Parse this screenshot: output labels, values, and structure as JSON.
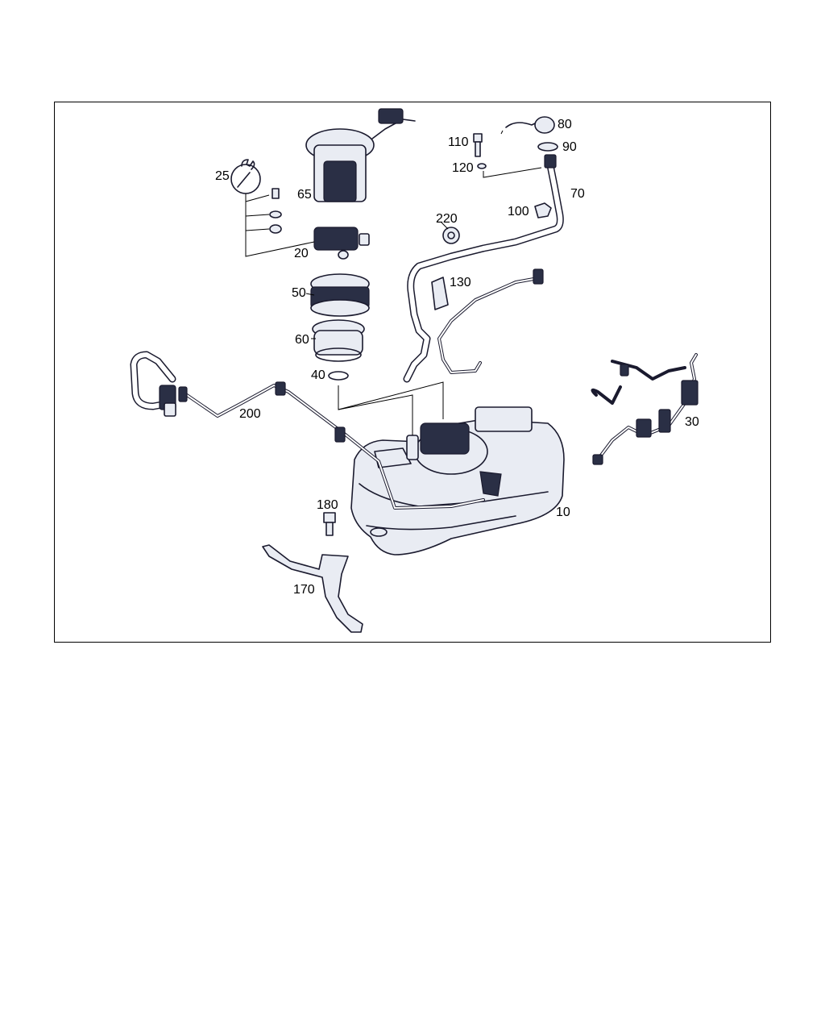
{
  "diagram": {
    "part_labels": {
      "p10": "10",
      "p20": "20",
      "p25": "25",
      "p30": "30",
      "p40": "40",
      "p50": "50",
      "p60": "60",
      "p65": "65",
      "p70": "70",
      "p80": "80",
      "p90": "90",
      "p100": "100",
      "p110": "110",
      "p120": "120",
      "p130": "130",
      "p170": "170",
      "p180": "180",
      "p200": "200",
      "p220": "220"
    },
    "icons": {
      "tool": "wrench-icon"
    },
    "colors": {
      "line": "#1a1a2e",
      "frame": "#000000",
      "background": "#ffffff"
    }
  }
}
